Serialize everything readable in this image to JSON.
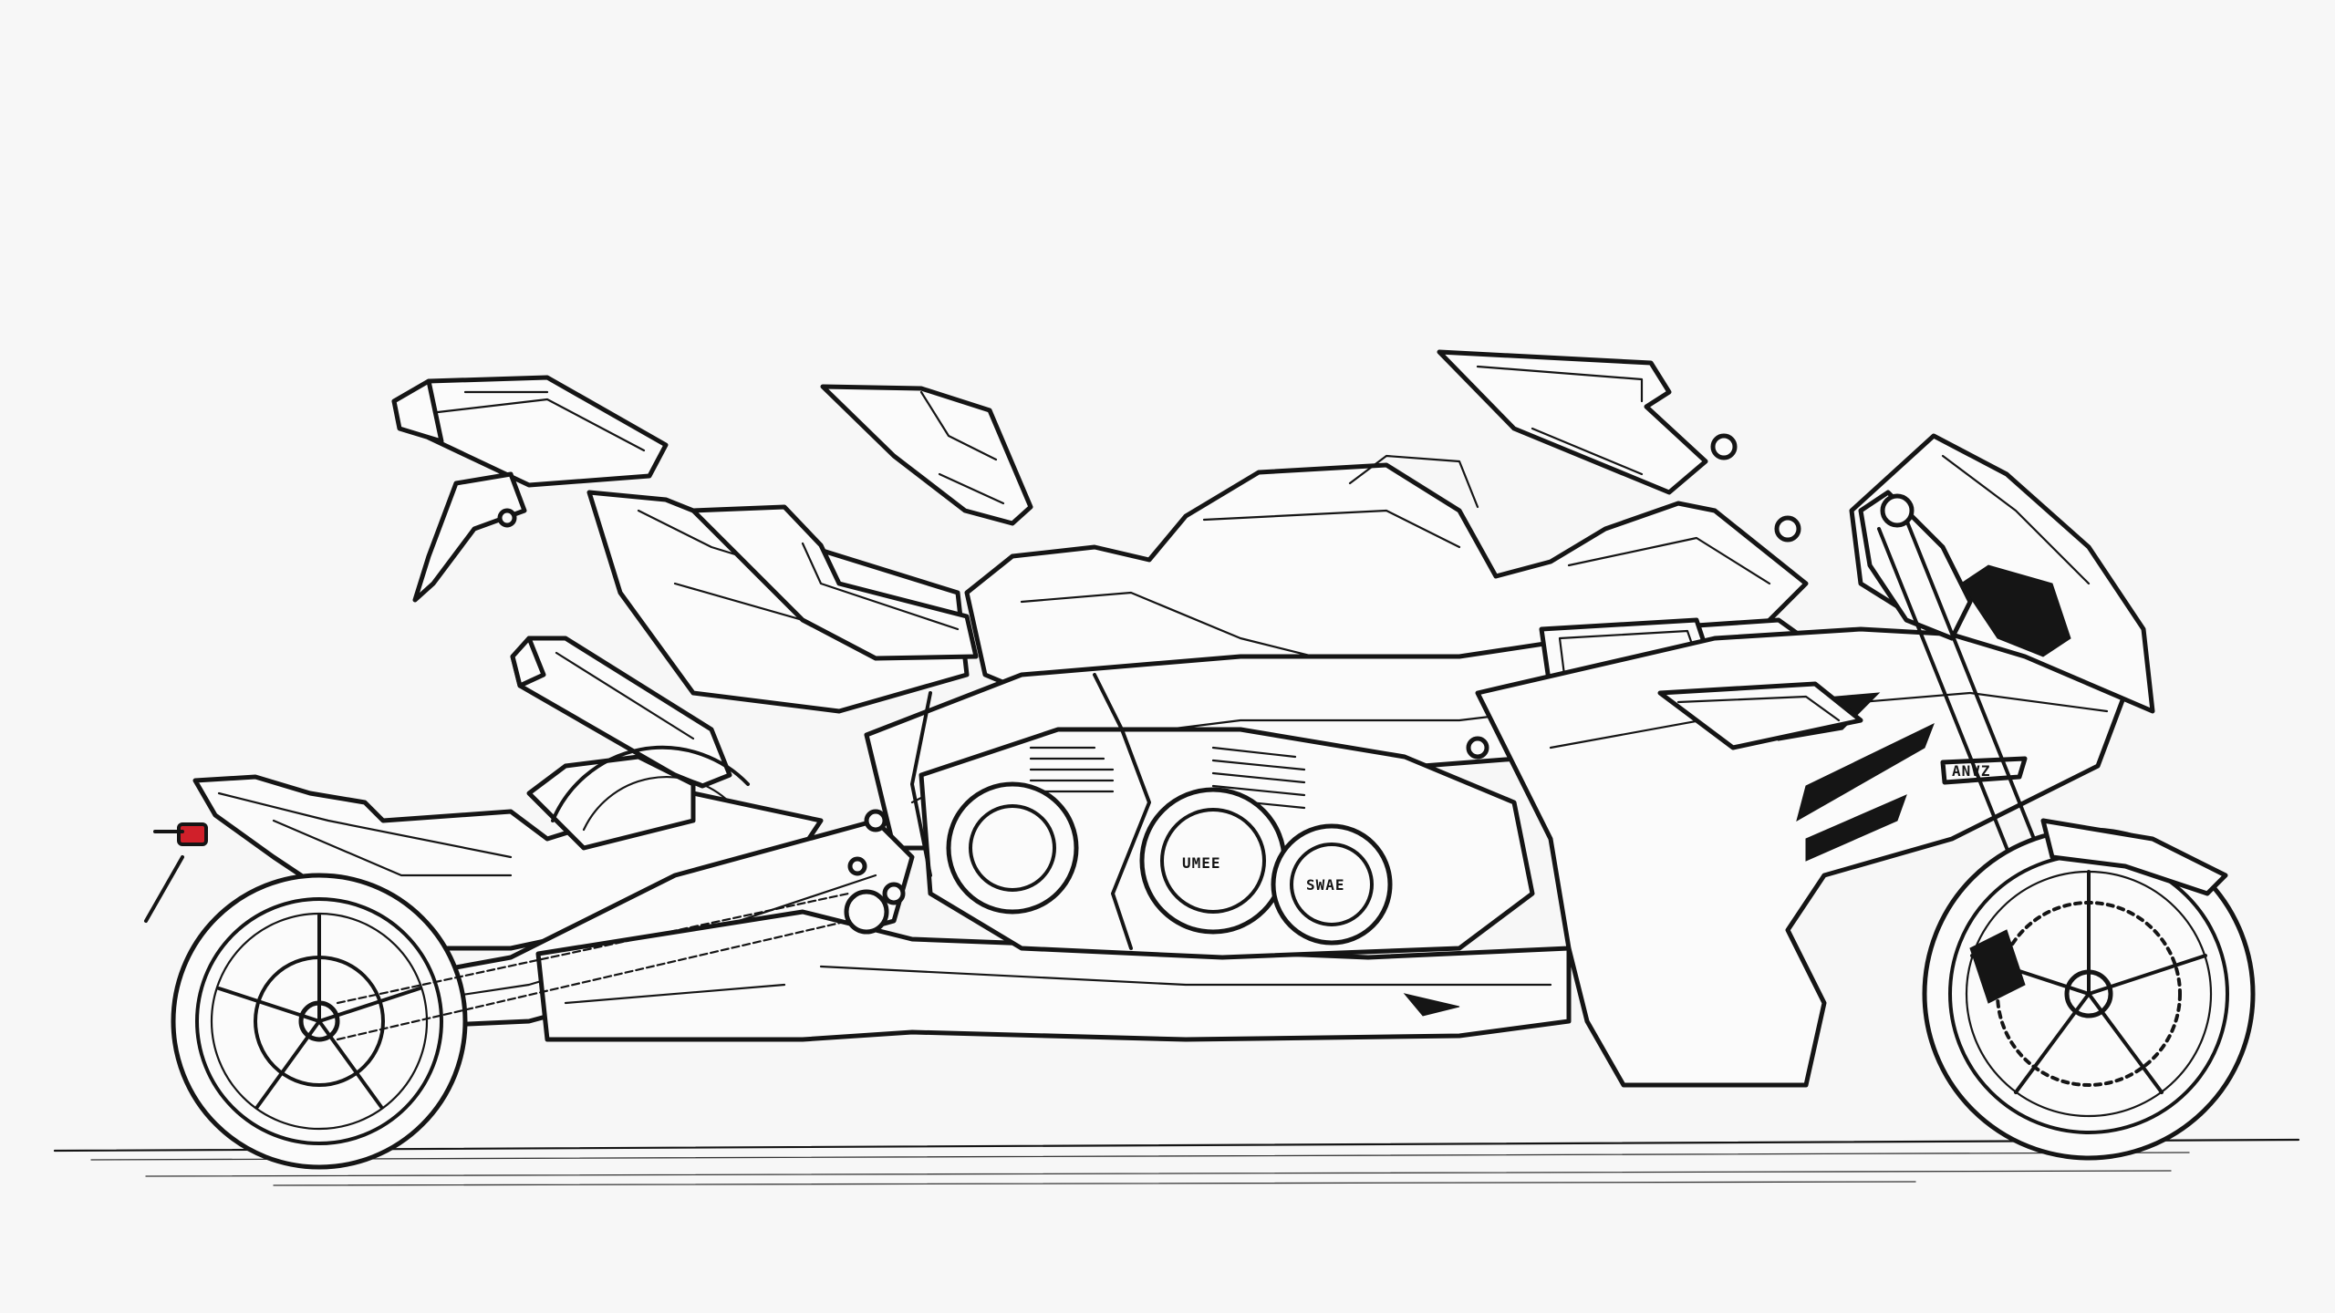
{
  "artwork": {
    "subject": "motorcycle-line-drawing",
    "style": "black ink line art on white",
    "colors": {
      "background": "#f7f7f7",
      "ink": "#151515",
      "tail_light": "#d0202a"
    }
  },
  "badges": {
    "fairing": "ANVZ",
    "engine_cover_left": "UMEE",
    "engine_cover_right": "SWAE"
  }
}
